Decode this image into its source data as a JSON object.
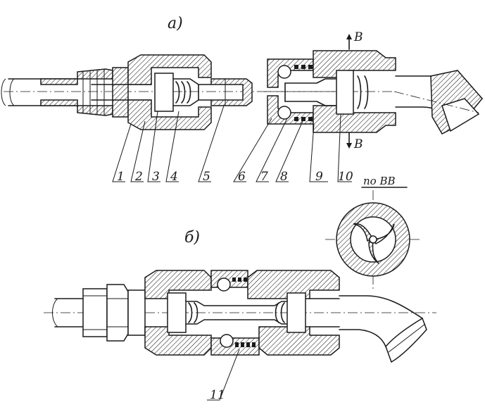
{
  "views": {
    "top": "а)",
    "bottom": "б)",
    "section": "по ВВ"
  },
  "section_marks": {
    "upper": "В",
    "lower": "В"
  },
  "callouts": [
    "1",
    "2",
    "3",
    "4",
    "5",
    "6",
    "7",
    "8",
    "9",
    "10",
    "11"
  ]
}
